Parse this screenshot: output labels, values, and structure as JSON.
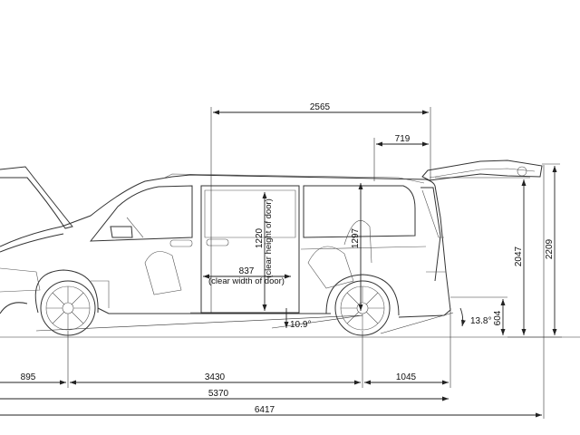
{
  "dimensions": {
    "wheelbase_upper": "2565",
    "tailgate_overhang": "719",
    "door_clear_height": "1220",
    "door_clear_height_caption": "(clear height of door)",
    "door_clear_width": "837",
    "door_clear_width_caption": "(clear width of door)",
    "floor_height": "1297",
    "roof_height": "2047",
    "open_tailgate_height": "2209",
    "loading_sill_height": "604",
    "ramp_angle": "10.9°",
    "departure_angle": "13.8°",
    "front_overhang": "895",
    "wheelbase": "3430",
    "rear_overhang": "1045",
    "overall_length": "5370",
    "length_with_open_tailgate": "6417"
  },
  "colors": {
    "line": "#333333",
    "background": "#ffffff"
  }
}
